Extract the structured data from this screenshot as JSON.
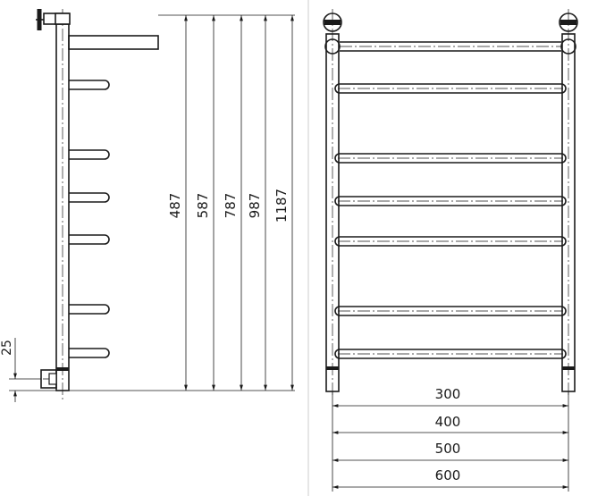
{
  "side_view": {
    "heights": [
      "487",
      "587",
      "787",
      "987",
      "1187"
    ],
    "offset_label": "25"
  },
  "front_view": {
    "widths": [
      "300",
      "400",
      "500",
      "600"
    ]
  }
}
